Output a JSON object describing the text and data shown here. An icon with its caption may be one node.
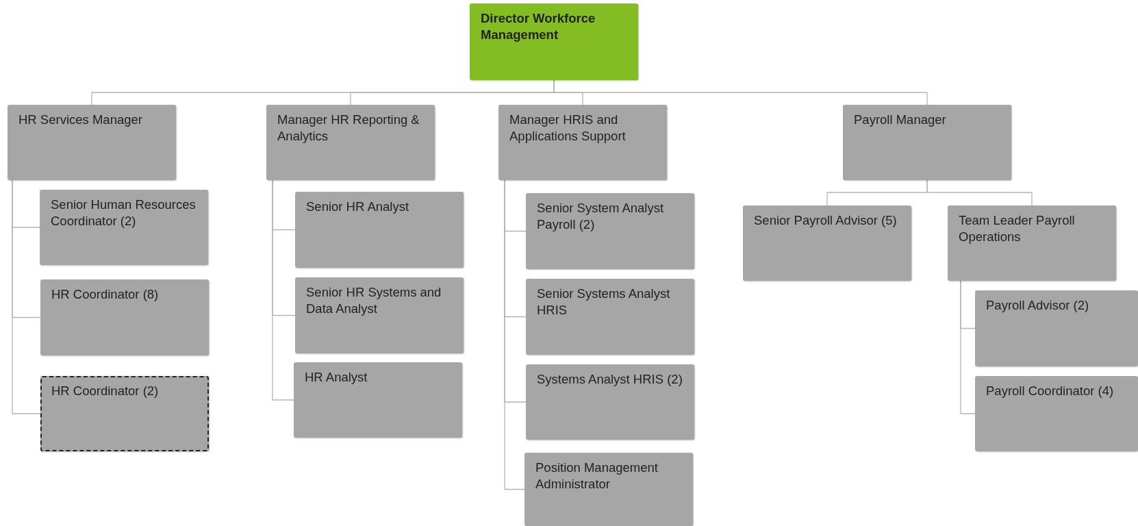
{
  "diagram": {
    "nodes": [
      {
        "text": [
          "Director Workforce Management"
        ]
      },
      {
        "text": [
          "HR Services Manager"
        ]
      },
      {
        "text": [
          "Manager HR Reporting & Analytics"
        ]
      },
      {
        "text": [
          "Manager HRIS and Applications Support"
        ]
      },
      {
        "text": [
          "Payroll Manager"
        ]
      },
      {
        "text": [
          "Senior Human Resources Coordinator (2)"
        ]
      },
      {
        "text": [
          "HR Coordinator (8)"
        ]
      },
      {
        "text": [
          "HR Coordinator (2)"
        ]
      },
      {
        "text": [
          "Senior HR Analyst"
        ]
      },
      {
        "text": [
          "Senior HR Systems and Data Analyst"
        ]
      },
      {
        "text": [
          "HR Analyst"
        ]
      },
      {
        "text": [
          "Senior System Analyst Payroll (2)"
        ]
      },
      {
        "text": [
          "Senior Systems Analyst HRIS"
        ]
      },
      {
        "text": [
          "Systems Analyst HRIS (2)"
        ]
      },
      {
        "text": [
          "Position Management Administrator"
        ]
      },
      {
        "text": [
          "Senior Payroll Advisor (5)"
        ]
      },
      {
        "text": [
          "Team Leader Payroll Operations"
        ]
      },
      {
        "text": [
          "Payroll Advisor (2)"
        ]
      },
      {
        "text": [
          "Payroll Coordinator (4)"
        ]
      }
    ],
    "edges": [
      {
        "from": 0,
        "to": 1,
        "arrow": "none"
      },
      {
        "from": 0,
        "to": 2,
        "arrow": "none"
      },
      {
        "from": 0,
        "to": 3,
        "arrow": "none"
      },
      {
        "from": 0,
        "to": 4,
        "arrow": "none"
      },
      {
        "from": 1,
        "to": 5,
        "arrow": "none"
      },
      {
        "from": 1,
        "to": 6,
        "arrow": "none"
      },
      {
        "from": 1,
        "to": 7,
        "arrow": "none"
      },
      {
        "from": 2,
        "to": 8,
        "arrow": "none"
      },
      {
        "from": 2,
        "to": 9,
        "arrow": "none"
      },
      {
        "from": 2,
        "to": 10,
        "arrow": "none"
      },
      {
        "from": 3,
        "to": 11,
        "arrow": "none"
      },
      {
        "from": 3,
        "to": 12,
        "arrow": "none"
      },
      {
        "from": 3,
        "to": 13,
        "arrow": "none"
      },
      {
        "from": 3,
        "to": 14,
        "arrow": "none"
      },
      {
        "from": 4,
        "to": 15,
        "arrow": "none"
      },
      {
        "from": 4,
        "to": 16,
        "arrow": "none"
      },
      {
        "from": 16,
        "to": 17,
        "arrow": "none"
      },
      {
        "from": 16,
        "to": 18,
        "arrow": "none"
      }
    ]
  }
}
